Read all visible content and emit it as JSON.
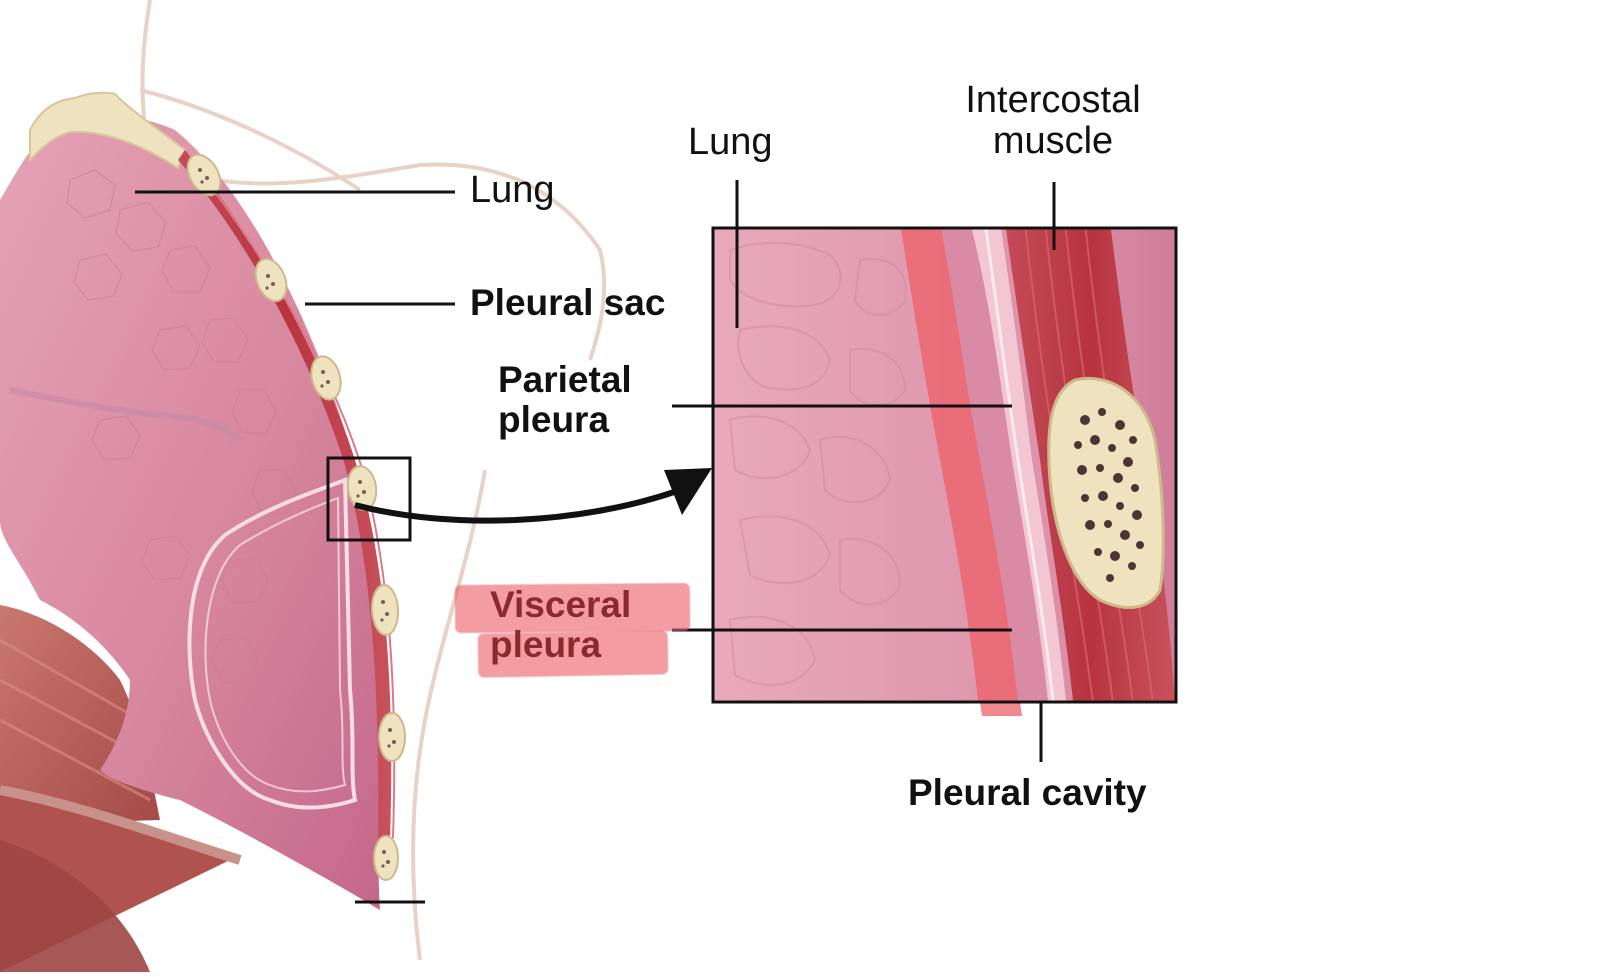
{
  "diagram": {
    "left_labels": {
      "lung": "Lung",
      "pleural_sac": "Pleural sac",
      "parietal_pleura": [
        "Parietal",
        "pleura"
      ],
      "visceral_pleura": [
        "Visceral",
        "pleura"
      ]
    },
    "inset_labels": {
      "lung": "Lung",
      "intercostal_muscle": [
        "Intercostal",
        "muscle"
      ],
      "pleural_cavity": "Pleural cavity"
    },
    "colors": {
      "lung": "#d98aa2",
      "lung_dark": "#b5557a",
      "muscle": "#b83a48",
      "bone": "#efe2bf",
      "highlight": "#ec6068",
      "pleura_pale": "#f3c6d4",
      "line": "#111111"
    }
  }
}
